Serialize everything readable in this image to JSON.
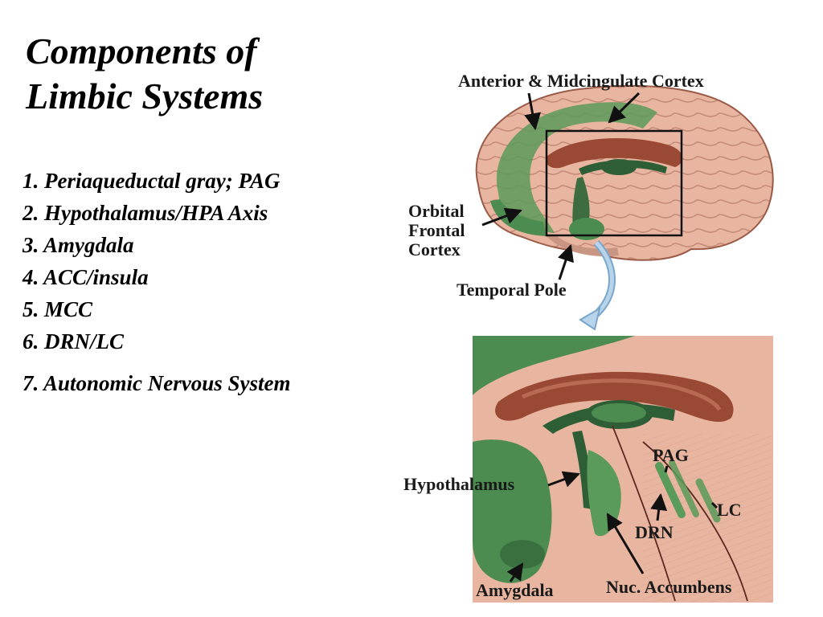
{
  "title": {
    "line1": "Components of",
    "line2": "Limbic Systems"
  },
  "components": [
    "1. Periaqueductal gray; PAG",
    "2. Hypothalamus/HPA Axis",
    "3. Amygdala",
    "4. ACC/insula",
    "5. MCC",
    "6. DRN/LC",
    "7. Autonomic Nervous System"
  ],
  "figure": {
    "top_labels": {
      "cingulate": "Anterior & Midcingulate Cortex",
      "orbital_1": "Orbital",
      "orbital_2": "Frontal",
      "orbital_3": "Cortex",
      "temporal": "Temporal Pole"
    },
    "bottom_labels": {
      "pag": "PAG",
      "hypothalamus": "Hypothalamus",
      "lc": "LC",
      "drn": "DRN",
      "amygdala": "Amygdala",
      "accumbens": "Nuc. Accumbens"
    },
    "colors": {
      "cortex": "#e8b5a0",
      "limbic_green": "#5a9a5a",
      "dark_green": "#2e5e36",
      "corpus_brown": "#9a4a34",
      "arrow_blue": "#b8d4ea"
    }
  }
}
